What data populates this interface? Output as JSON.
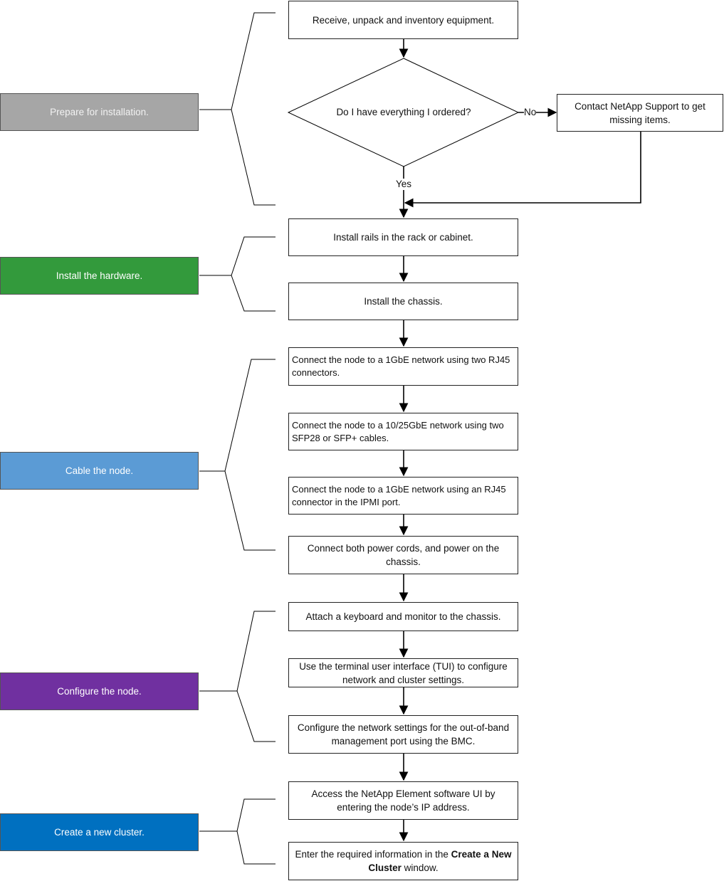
{
  "phases": [
    {
      "label": "Prepare for installation.",
      "color": "#a6a6a6",
      "text_color": "#f2f2f2"
    },
    {
      "label": "Install the hardware.",
      "color": "#339a3c",
      "text_color": "#ffffff"
    },
    {
      "label": "Cable the node.",
      "color": "#5b9bd5",
      "text_color": "#ffffff"
    },
    {
      "label": "Configure the node.",
      "color": "#7030a0",
      "text_color": "#ffffff"
    },
    {
      "label": "Create a new cluster.",
      "color": "#0070c0",
      "text_color": "#ffffff"
    }
  ],
  "steps": {
    "receive": "Receive, unpack and inventory equipment.",
    "decision": "Do I have everything I ordered?",
    "contact_support": "Contact NetApp Support to get missing items.",
    "install_rails": "Install rails in the rack or cabinet.",
    "install_chassis": "Install the chassis.",
    "connect_1gbe": "Connect the node to a 1GbE network using two RJ45 connectors.",
    "connect_10_25gbe": "Connect the node to a 10/25GbE network using two SFP28 or SFP+ cables.",
    "connect_ipmi": "Connect the node to a 1GbE network using an RJ45 connector in the IPMI port.",
    "connect_power": "Connect both power cords, and power on the chassis.",
    "attach_keyboard": "Attach a keyboard and monitor to the chassis.",
    "use_tui": "Use the terminal user interface (TUI) to configure network and cluster settings.",
    "configure_bmc": "Configure the network settings for the out-of-band management port using the BMC.",
    "access_ui": "Access the NetApp Element software UI by entering the node’s IP address.",
    "enter_info_prefix": "Enter the required information in the ",
    "enter_info_bold": "Create a New Cluster",
    "enter_info_suffix": " window."
  },
  "labels": {
    "no": "No",
    "yes": "Yes"
  }
}
